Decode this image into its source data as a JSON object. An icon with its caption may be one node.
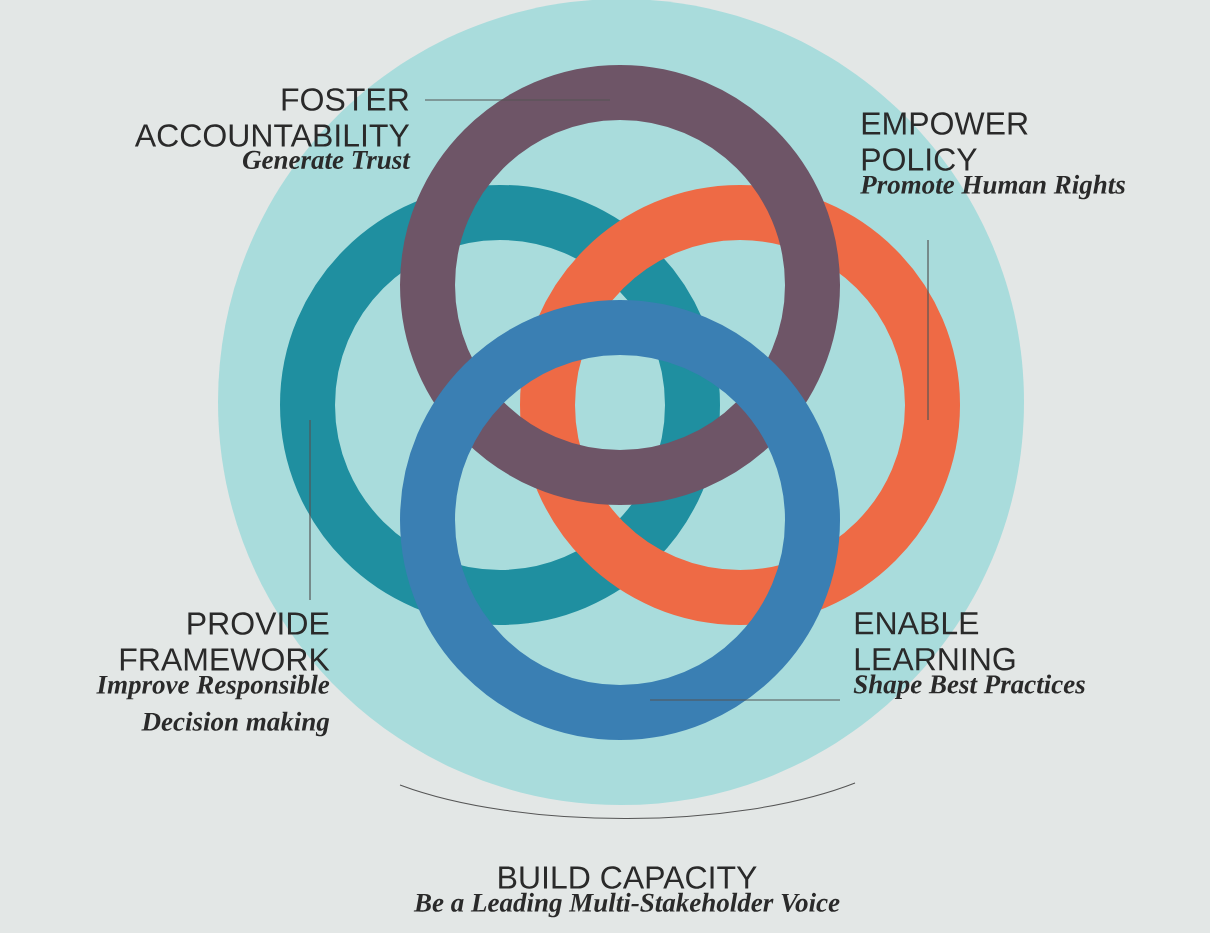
{
  "diagram": {
    "nodes": [
      {
        "text": [
          "FOSTER ACCOUNTABILITY",
          "Generate Trust"
        ]
      },
      {
        "text": [
          "EMPOWER POLICY",
          "Promote Human Rights"
        ]
      },
      {
        "text": [],
        "shape": "circle"
      },
      {
        "text": [],
        "shape": "circle"
      },
      {
        "text": [],
        "shape": "circle"
      },
      {
        "text": [],
        "shape": "circle"
      },
      {
        "text": [
          "PROVIDE FRAMEWORK",
          "Improve Responsible Decision making"
        ]
      },
      {
        "text": [
          "ENABLE LEARNING",
          "Shape Best Practices"
        ]
      },
      {
        "text": [
          "BUILD CAPACITY",
          "Be a Leading Multi-Stakeholder Voice"
        ]
      }
    ],
    "edges": [
      {
        "from": 0,
        "to": 2,
        "arrow": "none"
      },
      {
        "from": 1,
        "to": 4,
        "arrow": "none"
      },
      {
        "from": 6,
        "to": 3,
        "arrow": "none"
      },
      {
        "from": 7,
        "to": 5,
        "arrow": "none"
      }
    ]
  }
}
